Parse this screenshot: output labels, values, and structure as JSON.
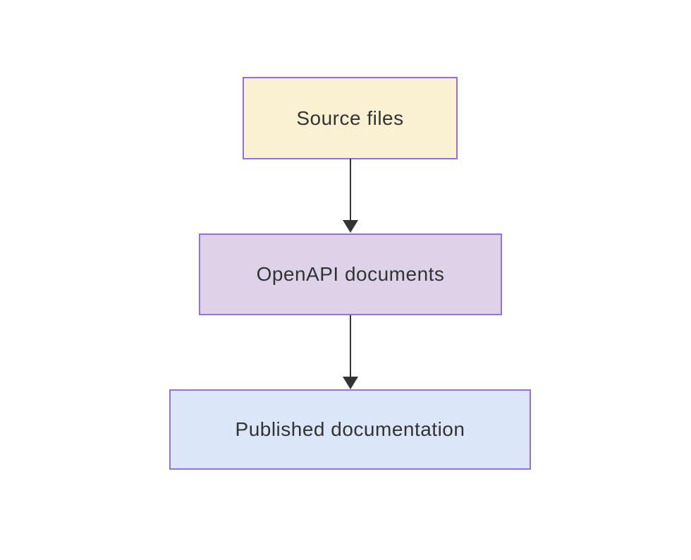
{
  "diagram": {
    "type": "flowchart",
    "direction": "top-to-bottom",
    "nodes": [
      {
        "label": "Source files",
        "fill": "#faf0d2",
        "border": "#9370db"
      },
      {
        "label": "OpenAPI documents",
        "fill": "#ddd2e8",
        "border": "#9370db"
      },
      {
        "label": "Published documentation",
        "fill": "#dbe6f9",
        "border": "#9370db"
      }
    ],
    "edges": [
      {
        "from": "Source files",
        "to": "OpenAPI documents",
        "arrow": "down",
        "color": "#333333"
      },
      {
        "from": "OpenAPI documents",
        "to": "Published documentation",
        "arrow": "down",
        "color": "#333333"
      }
    ],
    "colors": {
      "background": "#ffffff",
      "text": "#333333"
    }
  }
}
